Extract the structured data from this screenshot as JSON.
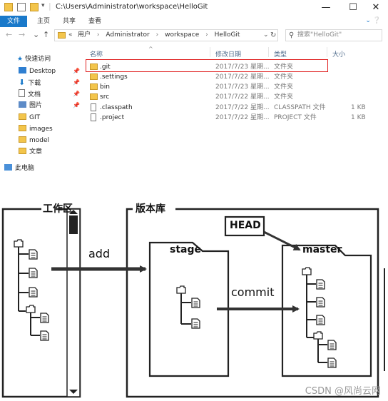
{
  "window": {
    "title": "C:\\Users\\Administrator\\workspace\\HelloGit",
    "controls": {
      "minimize": "—",
      "maximize": "☐",
      "close": "✕"
    }
  },
  "ribbon": {
    "tabs": [
      "文件",
      "主页",
      "共享",
      "查看"
    ],
    "active_tab": "文件"
  },
  "nav": {
    "back": "←",
    "forward": "→",
    "recent": "⌄",
    "up": "↑",
    "breadcrumb": [
      "«",
      "用户",
      "Administrator",
      "workspace",
      "HelloGit"
    ],
    "separator": "›",
    "refresh": "↻",
    "search_placeholder": "搜索\"HelloGit\""
  },
  "sidebar": {
    "quick_access": "快速访问",
    "items": [
      "Desktop",
      "下载",
      "文档",
      "图片",
      "GIT",
      "images",
      "model",
      "文章"
    ],
    "this_pc": "此电脑"
  },
  "file_list": {
    "columns": {
      "name": "名称",
      "modified": "修改日期",
      "type": "类型",
      "size": "大小"
    },
    "rows": [
      {
        "name": ".git",
        "modified": "2017/7/23 星期...",
        "type": "文件夹",
        "size": "",
        "kind": "folder"
      },
      {
        "name": ".settings",
        "modified": "2017/7/22 星期...",
        "type": "文件夹",
        "size": "",
        "kind": "folder"
      },
      {
        "name": "bin",
        "modified": "2017/7/23 星期...",
        "type": "文件夹",
        "size": "",
        "kind": "folder"
      },
      {
        "name": "src",
        "modified": "2017/7/22 星期...",
        "type": "文件夹",
        "size": "",
        "kind": "folder"
      },
      {
        "name": ".classpath",
        "modified": "2017/7/22 星期...",
        "type": "CLASSPATH 文件",
        "size": "1 KB",
        "kind": "file"
      },
      {
        "name": ".project",
        "modified": "2017/7/22 星期...",
        "type": "PROJECT 文件",
        "size": "1 KB",
        "kind": "file"
      }
    ],
    "highlighted_row": ".git"
  },
  "diagram": {
    "workspace_label": "工作区",
    "repo_label": "版本库",
    "head_label": "HEAD",
    "stage_label": "stage",
    "master_label": "master",
    "add_label": "add",
    "commit_label": "commit"
  },
  "watermark": "CSDN @风尚云网",
  "colors": {
    "accent": "#1979ca",
    "highlight": "#e02020",
    "folder": "#f3c54b"
  }
}
